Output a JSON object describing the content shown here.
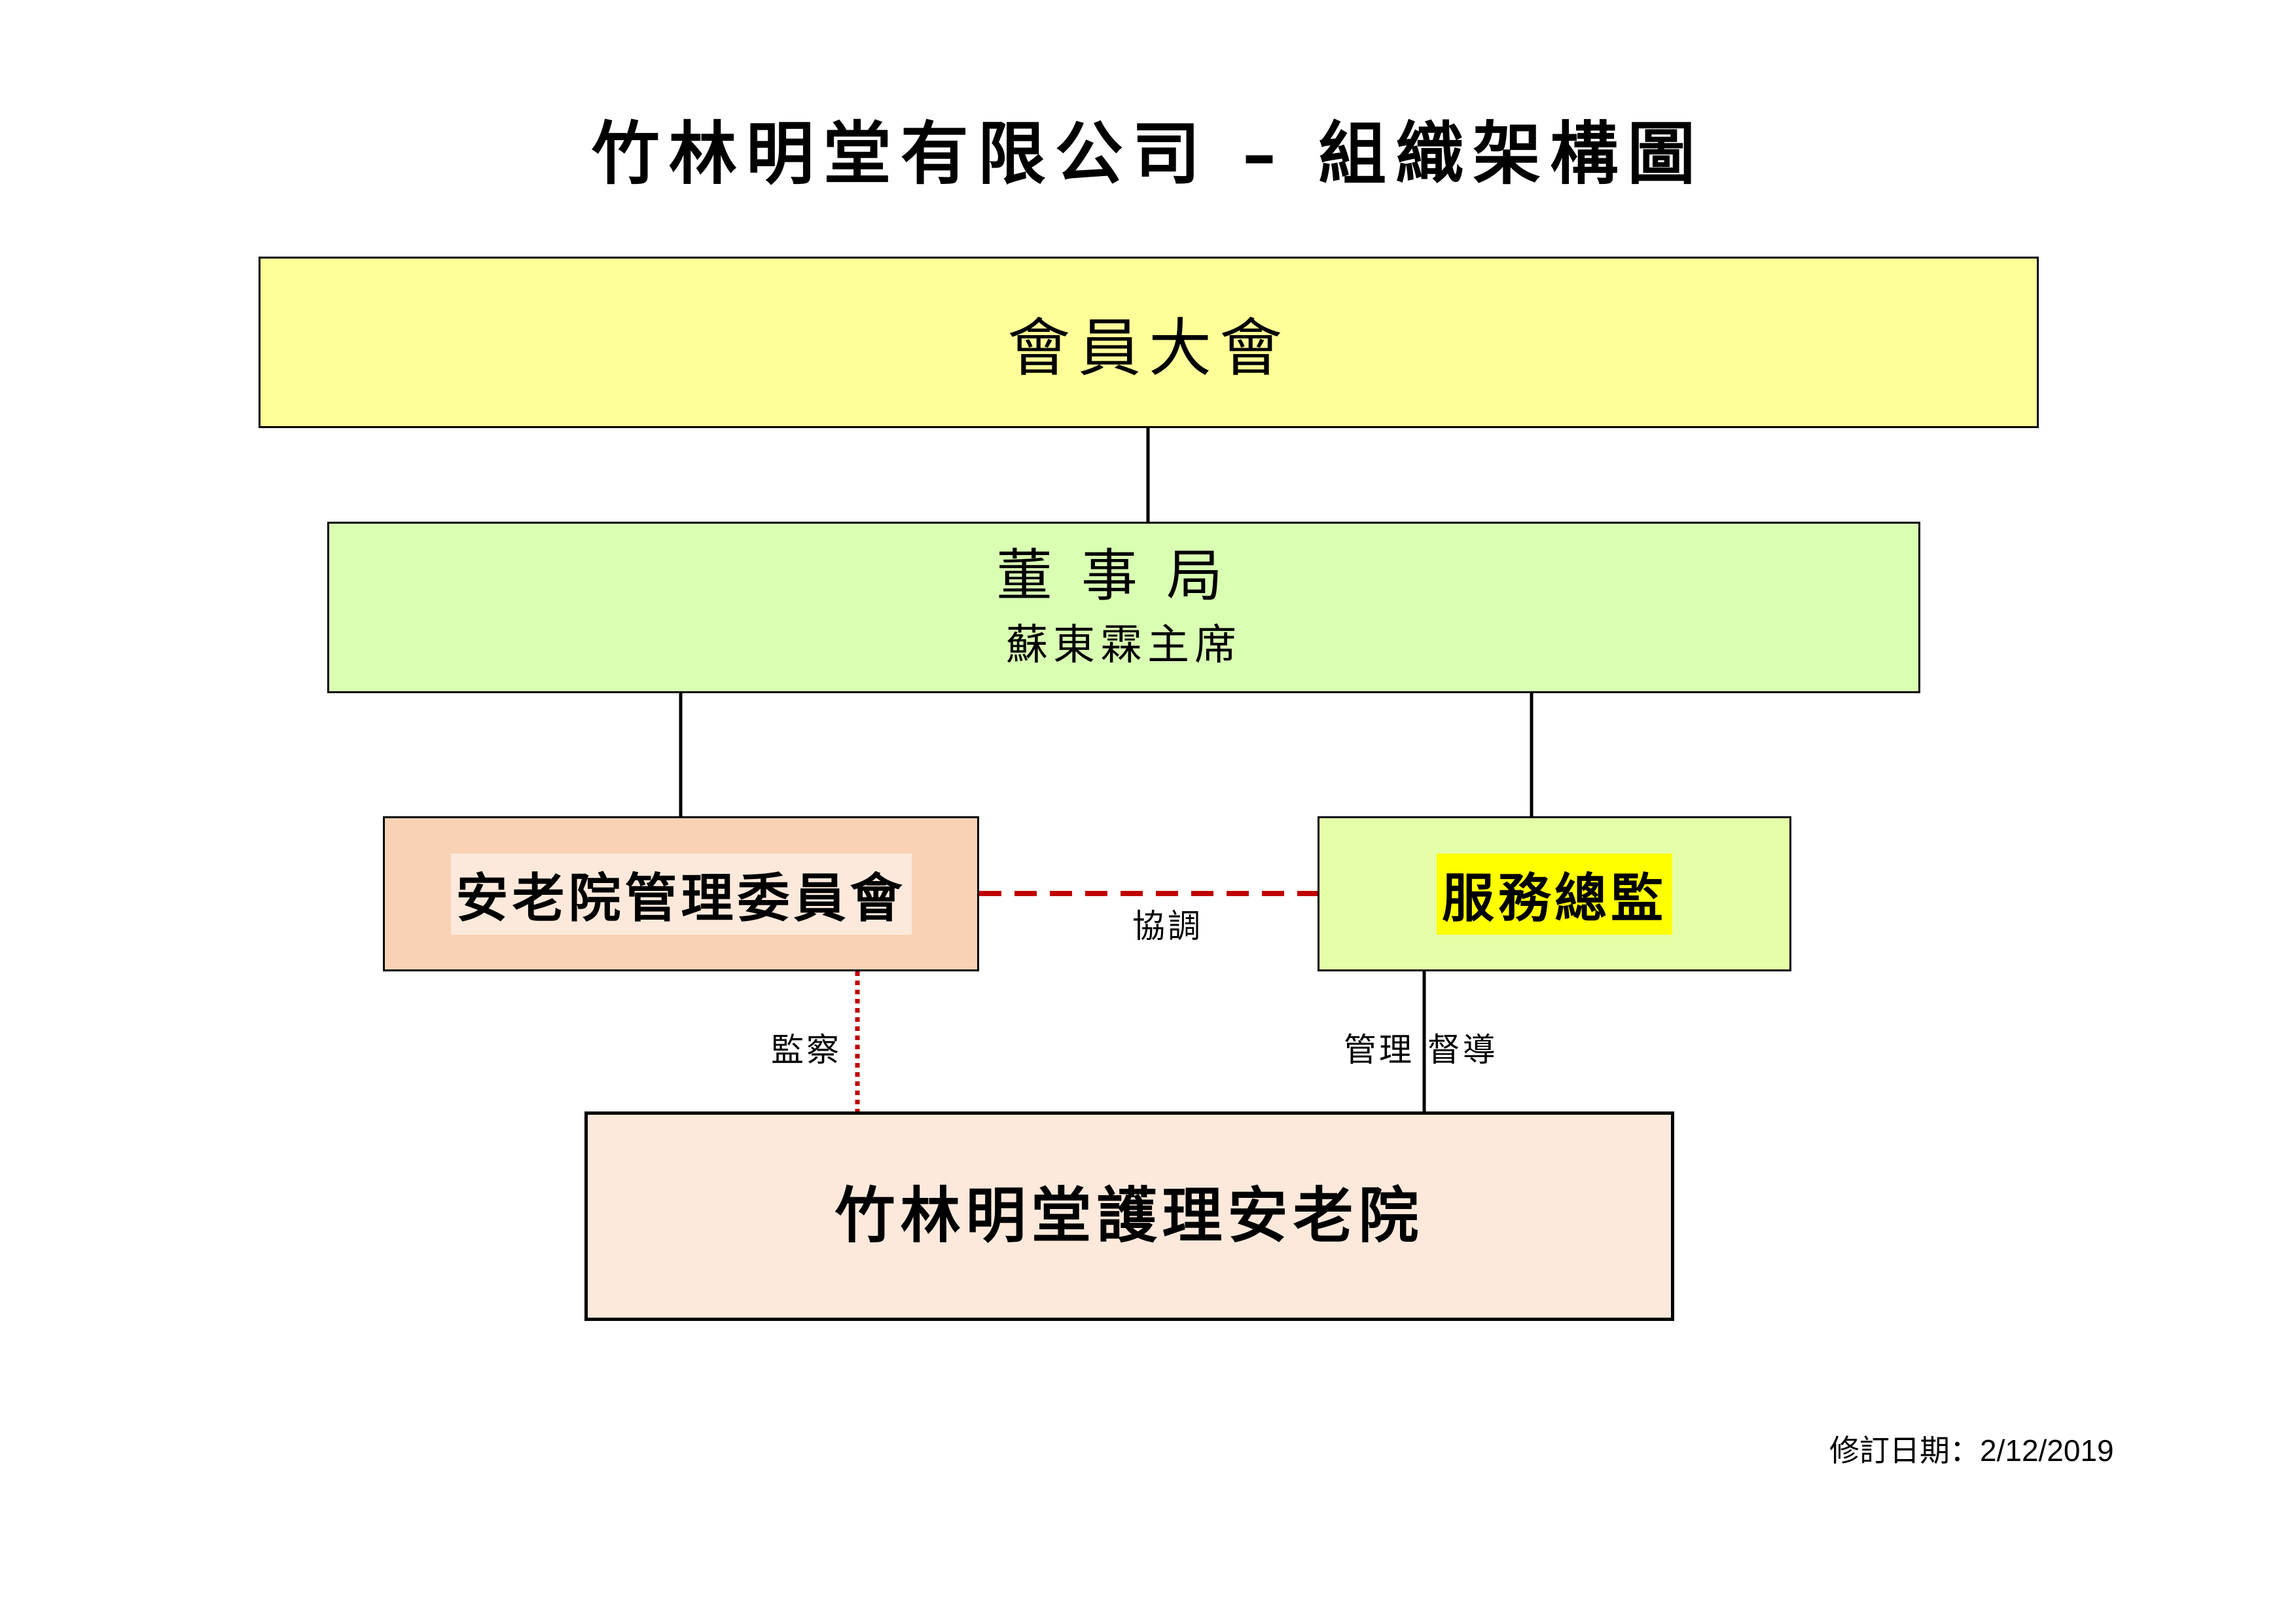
{
  "title": "竹林明堂有限公司 – 組織架構圖",
  "nodes": {
    "general_assembly": "會員大會",
    "board": {
      "name": "董事局",
      "chair": "蘇東霖主席"
    },
    "management_committee": "安老院管理委員會",
    "service_director": "服務總監",
    "care_home": "竹林明堂護理安老院"
  },
  "links": {
    "coordination": "協調",
    "supervision": "監察",
    "management": "管理 督導"
  },
  "revision": {
    "label": "修訂日期：",
    "date": "2/12/2019"
  },
  "colors": {
    "assembly_fill": "#ffff99",
    "board_fill": "#d9ffb3",
    "committee_fill": "#f9d2b5",
    "director_fill": "#e5ffa8",
    "care_home_fill": "#fde9dc",
    "highlight": "#ffff00",
    "dashed_line": "#c00000"
  }
}
